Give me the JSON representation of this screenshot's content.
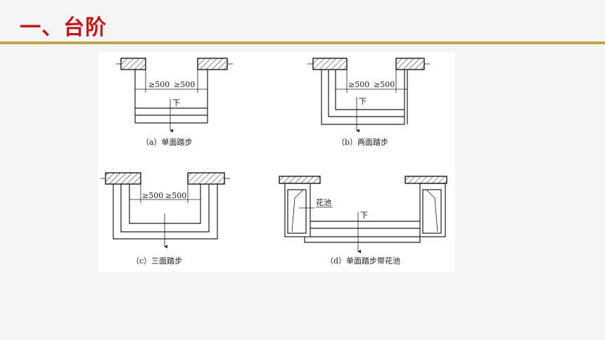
{
  "page": {
    "title": "一、台阶"
  },
  "figure": {
    "dim_label": "≥500",
    "down_label": "下",
    "planter_label": "花池",
    "panels": [
      {
        "caption": "（a）单面踏步"
      },
      {
        "caption": "（b）两面踏步"
      },
      {
        "caption": "（c）三面踏步"
      },
      {
        "caption": "（d）单面踏步带花池"
      }
    ]
  }
}
